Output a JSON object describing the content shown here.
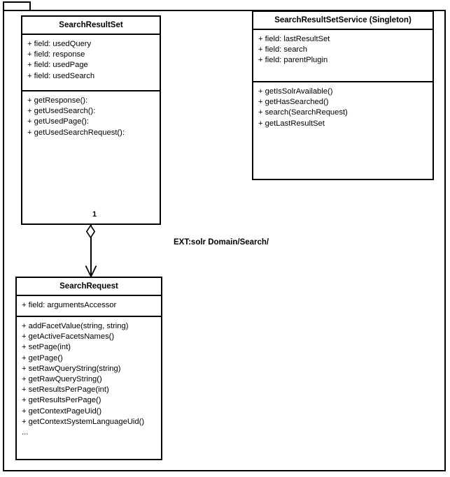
{
  "diagram": {
    "frame_tab_label": "",
    "note_label": "EXT:solr Domain/Search/"
  },
  "classes": {
    "search_result_set": {
      "name": "SearchResultSet",
      "attributes": [
        "+ field: usedQuery",
        "+ field: response",
        "+ field: usedPage",
        "+ field: usedSearch"
      ],
      "operations": [
        "+ getResponse():",
        "+ getUsedSearch():",
        "+ getUsedPage():",
        "+ getUsedSearchRequest():"
      ]
    },
    "search_result_set_service": {
      "name": "SearchResultSetService (Singleton)",
      "attributes": [
        "+ field: lastResultSet",
        "+ field: search",
        "+ field: parentPlugin"
      ],
      "operations": [
        "+ getIsSolrAvailable()",
        "+ getHasSearched()",
        "+ search(SearchRequest)",
        "+ getLastResultSet"
      ]
    },
    "search_request": {
      "name": "SearchRequest",
      "attributes": [
        "+ field: argumentsAccessor"
      ],
      "operations": [
        "+ addFacetValue(string, string)",
        "+ getActiveFacetsNames()",
        "+ setPage(int)",
        "+ getPage()",
        "+ setRawQueryString(string)",
        "+ getRawQueryString()",
        "+ setResultsPerPage(int)",
        "+ getResultsPerPage()",
        "+ getContextPageUid()",
        "+ getContextSystemLanguageUid()",
        "..."
      ]
    }
  },
  "relationships": {
    "aggregation": {
      "source_multiplicity": "1",
      "type": "aggregation",
      "source": "SearchResultSet",
      "target": "SearchRequest"
    }
  },
  "colors": {
    "stroke": "#000000",
    "fill": "#ffffff"
  }
}
